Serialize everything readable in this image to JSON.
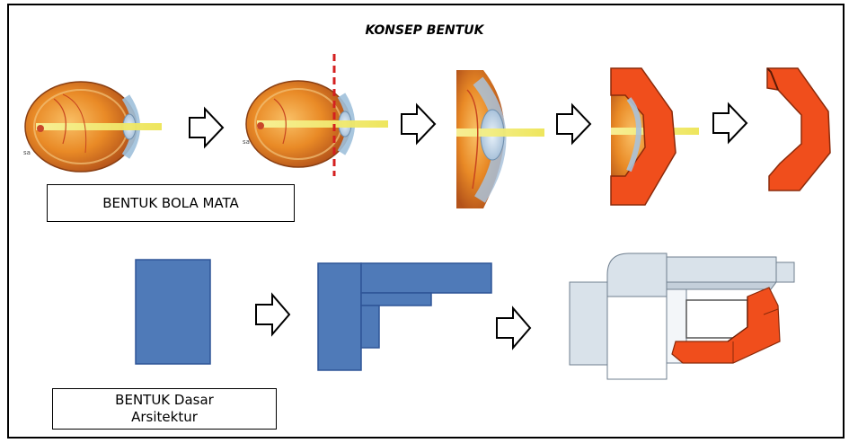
{
  "title": "KONSEP BENTUK",
  "labels": {
    "eye_shape": "BENTUK BOLA MATA",
    "arch_shape_line1": "BENTUK Dasar",
    "arch_shape_line2": "Arsitektur"
  },
  "image_marks": {
    "eye_1": "sa",
    "eye_2": "sa"
  },
  "colors": {
    "frame": "#000000",
    "eye_orange": "#E07A1E",
    "eye_light": "#F6B35A",
    "lens": "#BFD3E6",
    "beam": "#F5F08A",
    "cut_line": "#D42020",
    "shape_orange": "#F04E1C",
    "block_blue": "#4F7AB8",
    "block_outline": "#2F5597",
    "model_grey": "#D9E2EA"
  },
  "arrows": [
    "arrow-1",
    "arrow-2",
    "arrow-3",
    "arrow-4",
    "arrow-5",
    "arrow-6"
  ]
}
